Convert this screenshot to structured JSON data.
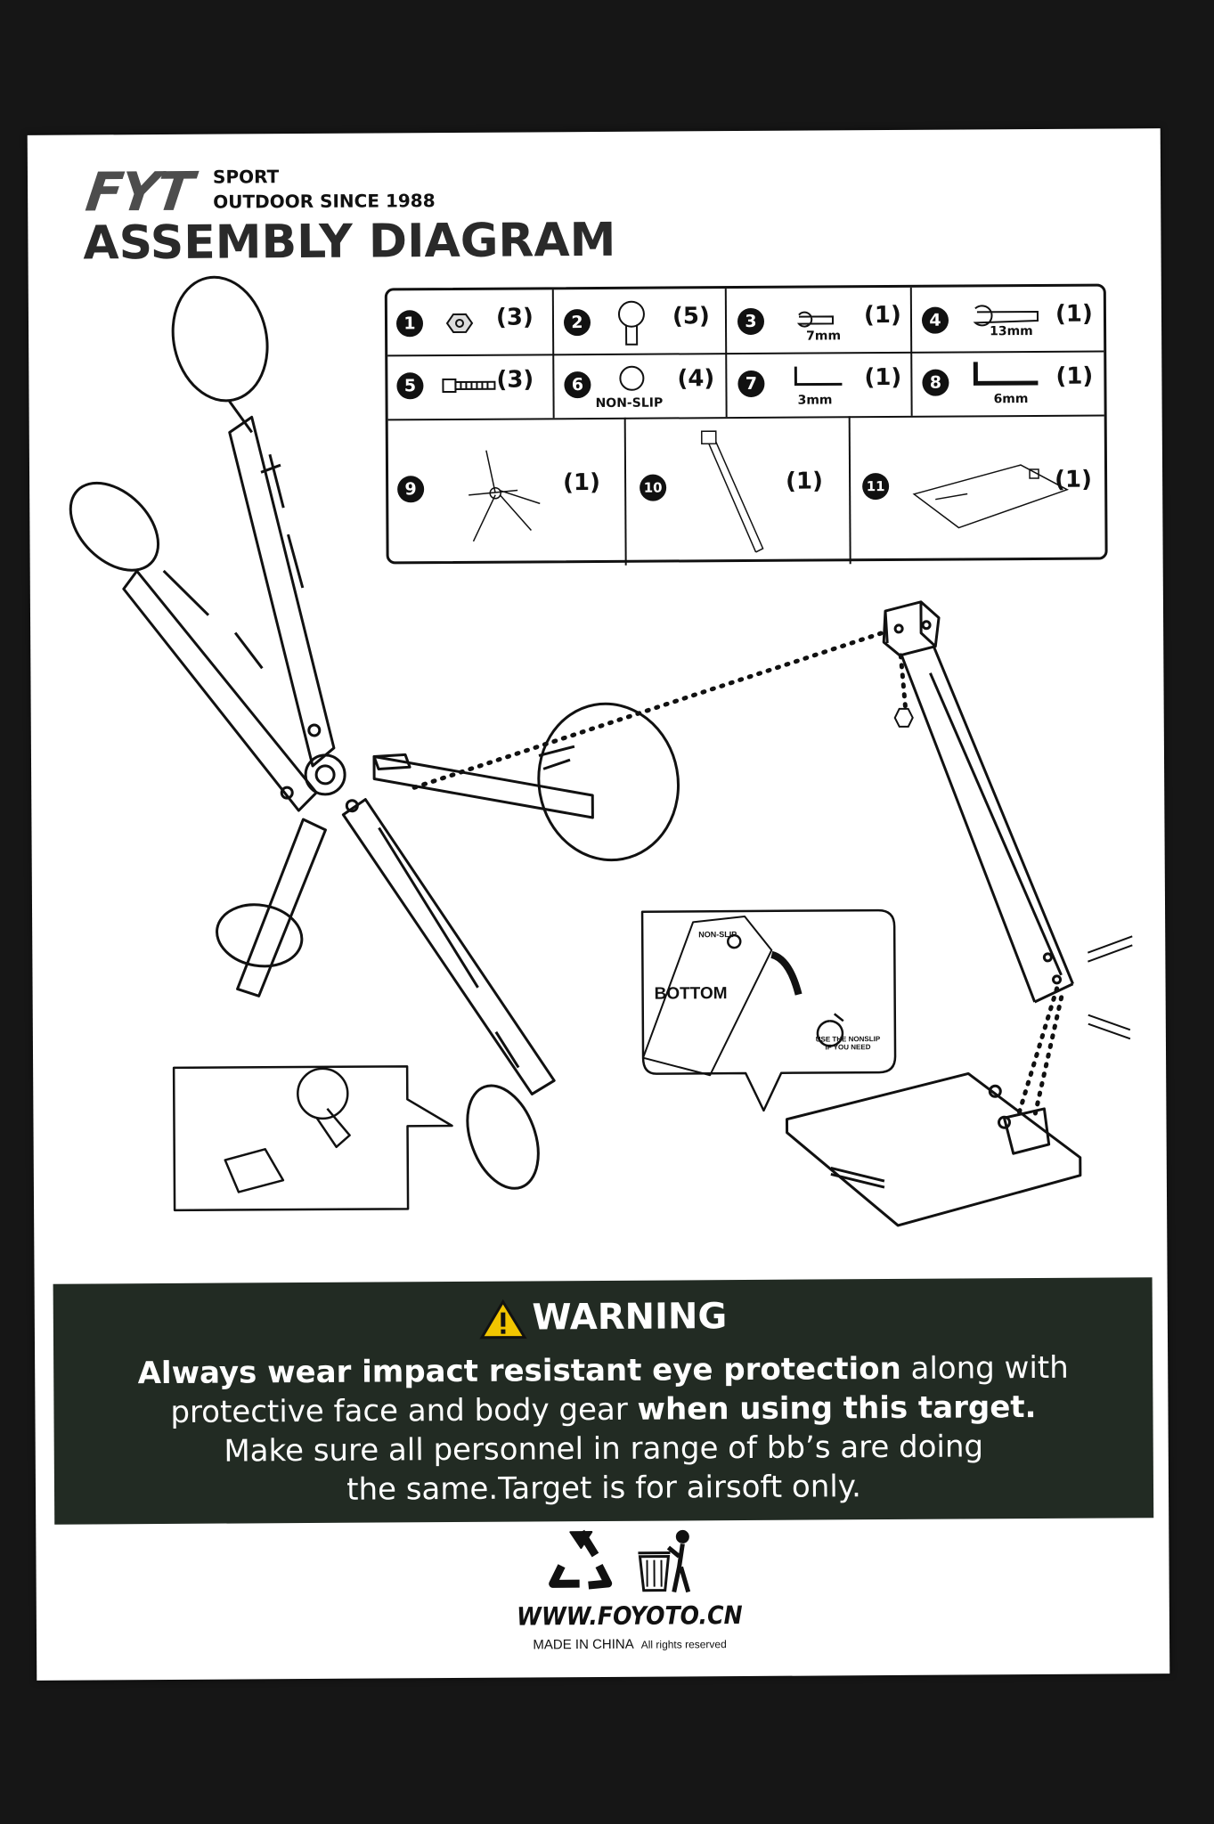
{
  "brand": {
    "logo": "FYT",
    "line1": "SPORT",
    "line2": "OUTDOOR SINCE 1988"
  },
  "title": "ASSEMBLY DIAGRAM",
  "parts": [
    {
      "num": "1",
      "qty": "(3)",
      "sub": ""
    },
    {
      "num": "2",
      "qty": "(5)",
      "sub": ""
    },
    {
      "num": "3",
      "qty": "(1)",
      "sub": "7mm"
    },
    {
      "num": "4",
      "qty": "(1)",
      "sub": "13mm"
    },
    {
      "num": "5",
      "qty": "(3)",
      "sub": ""
    },
    {
      "num": "6",
      "qty": "(4)",
      "sub": "NON-SLIP"
    },
    {
      "num": "7",
      "qty": "(1)",
      "sub": "3mm"
    },
    {
      "num": "8",
      "qty": "(1)",
      "sub": "6mm"
    },
    {
      "num": "9",
      "qty": "(1)",
      "sub": ""
    },
    {
      "num": "10",
      "qty": "(1)",
      "sub": ""
    },
    {
      "num": "11",
      "qty": "(1)",
      "sub": ""
    }
  ],
  "callout_bottom": {
    "nonslip": "NON-SLIP",
    "label": "BOTTOM",
    "hint_line1": "USE THE NONSLIP",
    "hint_line2": "IF YOU NEED"
  },
  "warning": {
    "title": "WARNING",
    "line1_bold": "Always wear impact resistant eye protection",
    "line1_rest": " along with",
    "line2_start": "protective face and body gear ",
    "line2_bold": "when using this target.",
    "line3": "Make sure all personnel in range of bb’s are doing",
    "line4": "the same.Target is for airsoft only."
  },
  "footer": {
    "site": "WWW.FOYOTO.CN",
    "made": "MADE IN CHINA",
    "rights": "All rights reserved"
  },
  "colors": {
    "warning_bg": "#222b23",
    "ink": "#111111",
    "title_gray": "#2a2a2a"
  }
}
